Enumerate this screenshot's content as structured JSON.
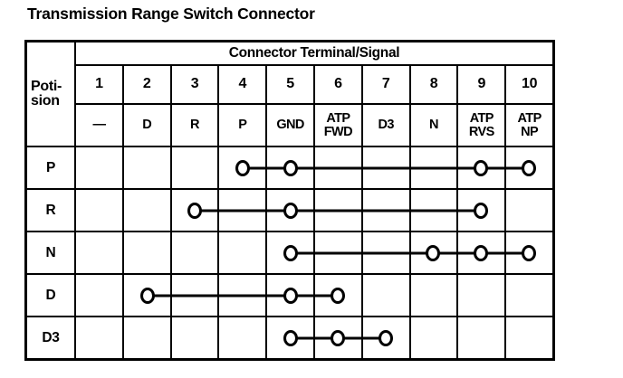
{
  "title": "Transmission Range Switch Connector",
  "colors": {
    "ink": "#000000",
    "paper": "#ffffff"
  },
  "table": {
    "corner_label": "Poti-\nsion",
    "header": "Connector Terminal/Signal",
    "terminals": [
      "1",
      "2",
      "3",
      "4",
      "5",
      "6",
      "7",
      "8",
      "9",
      "10"
    ],
    "signals": [
      "—",
      "D",
      "R",
      "P",
      "GND",
      "ATP\nFWD",
      "D3",
      "N",
      "ATP\nRVS",
      "ATP\nNP"
    ],
    "positions": [
      {
        "label": "P",
        "connected_terminals": [
          4,
          5,
          9,
          10
        ]
      },
      {
        "label": "R",
        "connected_terminals": [
          3,
          5,
          9
        ]
      },
      {
        "label": "N",
        "connected_terminals": [
          5,
          8,
          9,
          10
        ]
      },
      {
        "label": "D",
        "connected_terminals": [
          2,
          5,
          6
        ]
      },
      {
        "label": "D3",
        "connected_terminals": [
          5,
          6,
          7
        ]
      }
    ]
  }
}
